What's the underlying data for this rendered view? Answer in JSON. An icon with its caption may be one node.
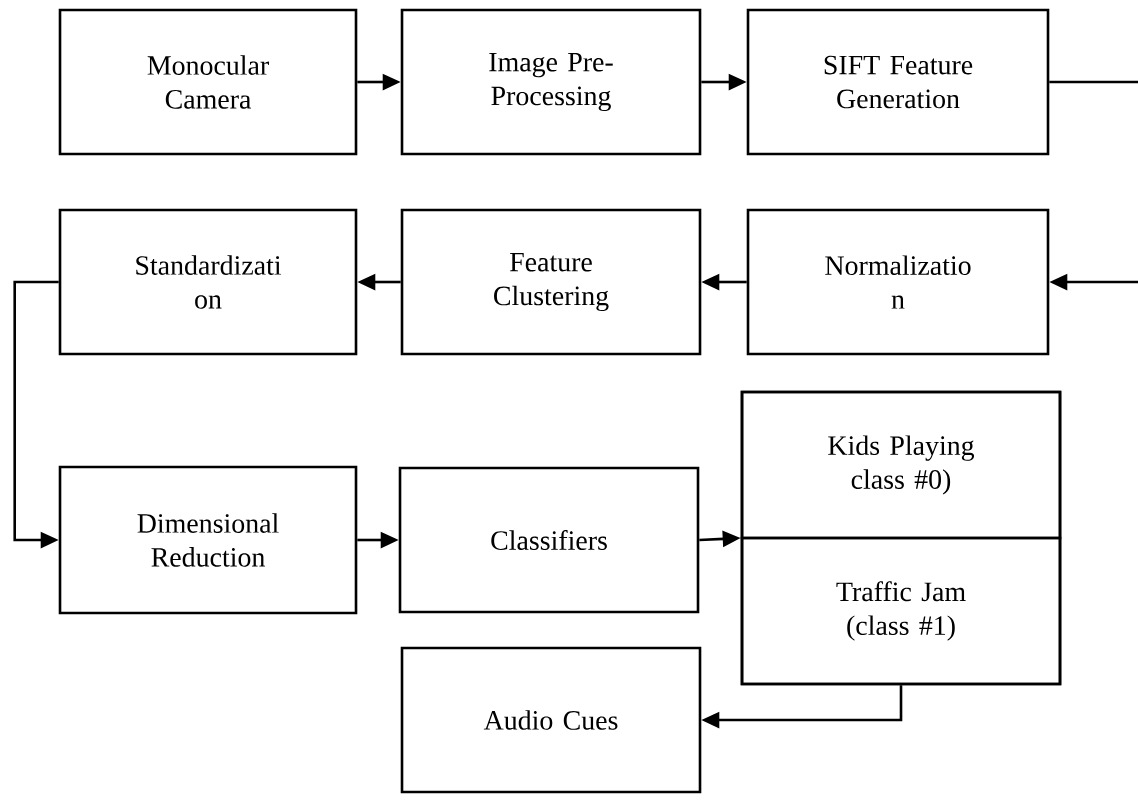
{
  "diagram": {
    "nodes": [
      {
        "text": [
          "Monocular Camera"
        ]
      },
      {
        "text": [
          "Image Pre-Processing"
        ]
      },
      {
        "text": [
          "SIFT Feature Generation"
        ]
      },
      {
        "text": [
          "Standardizati on"
        ]
      },
      {
        "text": [
          "Feature Clustering"
        ]
      },
      {
        "text": [
          "Normalizatio n"
        ]
      },
      {
        "text": [
          "Dimensional Reduction"
        ]
      },
      {
        "text": [
          "Classifiers"
        ]
      },
      {
        "text": [],
        "shape": "box"
      },
      {
        "text": [
          "Kids Playing class #0)"
        ],
        "in": 8
      },
      {
        "text": [
          "Traffic Jam (class #1)"
        ],
        "in": 8
      },
      {
        "text": [
          "Audio Cues"
        ]
      }
    ],
    "edges": [
      {
        "from": 0,
        "to": 1,
        "arrow": "to"
      },
      {
        "from": 1,
        "to": 2,
        "arrow": "to"
      },
      {
        "from": 2,
        "to": null,
        "arrow": "none"
      },
      {
        "from": null,
        "to": 5,
        "arrow": "to"
      },
      {
        "from": 5,
        "to": 4,
        "arrow": "to"
      },
      {
        "from": 4,
        "to": 3,
        "arrow": "to"
      },
      {
        "from": 3,
        "to": 6,
        "arrow": "to"
      },
      {
        "from": 6,
        "to": 7,
        "arrow": "to"
      },
      {
        "from": 7,
        "to": 8,
        "arrow": "to"
      },
      {
        "from": 10,
        "to": 11,
        "arrow": "to"
      }
    ]
  }
}
